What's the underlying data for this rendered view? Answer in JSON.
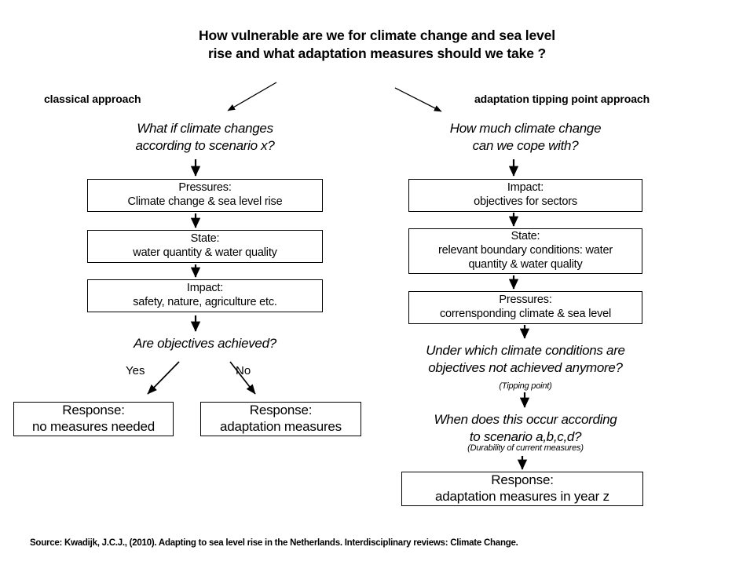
{
  "title": {
    "line1": "How vulnerable are we for climate change and sea level",
    "line2": "rise and what adaptation measures should we take ?"
  },
  "columns": {
    "left": {
      "header": "classical approach",
      "question_line1": "What if climate changes",
      "question_line2": "according to scenario x?",
      "boxes": [
        {
          "line1": "Pressures:",
          "line2": "Climate change  & sea level  rise"
        },
        {
          "line1": "State:",
          "line2": "water quantity  & water quality"
        },
        {
          "line1": "Impact:",
          "line2": "safety, nature,  agriculture etc."
        }
      ],
      "decision": "Are objectives achieved?",
      "branch_yes_label": "Yes",
      "branch_no_label": "No",
      "response_yes": {
        "line1": "Response:",
        "line2": "no measures needed"
      },
      "response_no": {
        "line1": "Response:",
        "line2": "adaptation measures"
      }
    },
    "right": {
      "header": "adaptation tipping point approach",
      "question_line1": "How much climate change",
      "question_line2": "can we cope with?",
      "boxes": [
        {
          "line1": "Impact:",
          "line2": "objectives for sectors",
          "line3": ""
        },
        {
          "line1": "State:",
          "line2": "relevant  boundary  conditions: water",
          "line3": "quantity & water quality"
        },
        {
          "line1": "Pressures:",
          "line2": "corrensponding  climate & sea level",
          "line3": ""
        }
      ],
      "question_under_line1": "Under which climate conditions are",
      "question_under_line2": "objectives not achieved anymore?",
      "note_tipping": "(Tipping point)",
      "question_when_line1": "When does this occur according",
      "question_when_line2": "to scenario a,b,c,d?",
      "note_durability": "(Durability of current measures)",
      "response": {
        "line1": "Response:",
        "line2": "adaptation measures in year z"
      }
    }
  },
  "source": "Source: Kwadijk, J.C.J., (2010). Adapting  to sea level rise in the Netherlands. Interdisciplinary  reviews: Climate Change.",
  "colors": {
    "stroke": "#000000",
    "background": "#ffffff",
    "text": "#000000"
  }
}
